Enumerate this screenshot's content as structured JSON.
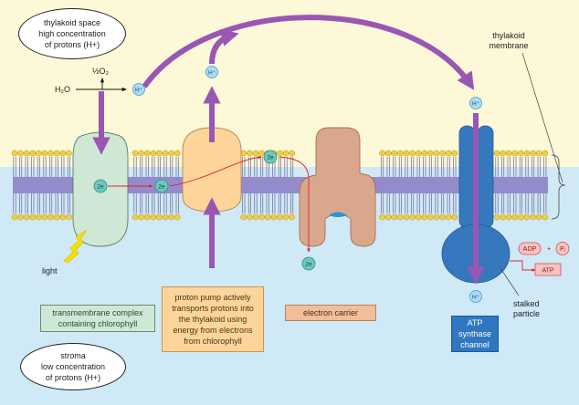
{
  "colors": {
    "lumen_bg": "#fdf8d8",
    "stroma_bg": "#cfe9f7",
    "lipid_head": "#f0cf48",
    "lipid_band": "#8a7bc2",
    "arrow_purple": "#9a56b3",
    "complex_green": "#cfe8d5",
    "pump_orange": "#fdd59a",
    "carrier_tan": "#d9a88c",
    "atp_blue": "#3578bd",
    "ion_fill": "#a9ddf5",
    "electron_fill": "#6ccabc",
    "red_arrow": "#e0202a",
    "atp_pink": "#f9c3c3"
  },
  "labels": {
    "thylakoid_space": [
      "thylakoid space",
      "high concentration",
      "of protons (H+)"
    ],
    "thylakoid_membrane": [
      "thylakoid",
      "membrane"
    ],
    "half_o2": "½O₂",
    "h2o": "H₂O",
    "light": "light",
    "stroma": [
      "stroma",
      "low concentration",
      "of protons (H+)"
    ],
    "stalked_particle": [
      "stalked",
      "particle"
    ],
    "transmembrane_complex": [
      "transmembrane complex",
      "containing chlorophyll"
    ],
    "proton_pump": [
      "proton pump actively",
      "transports protons into",
      "the thylakoid using",
      "energy from electrons",
      "from chlorophyll"
    ],
    "electron_carrier": "electron carrier",
    "atp_synthase": [
      "ATP",
      "synthase",
      "channel"
    ],
    "adp": "ADP",
    "plus": "+",
    "pi": "Pᵢ",
    "atp": "ATP",
    "ion_h": "H⁺",
    "electron": "2e"
  }
}
